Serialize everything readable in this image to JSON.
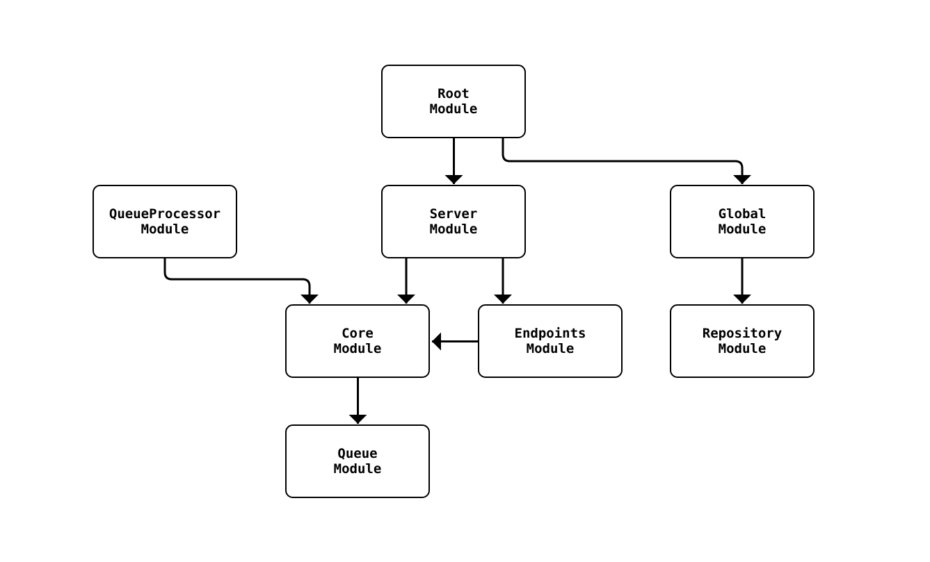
{
  "diagram": {
    "type": "module-dependency-diagram",
    "colors": {
      "background": "#ffffff",
      "node_fill": "#ffffff",
      "stroke": "#000000",
      "text": "#000000"
    },
    "nodes": [
      {
        "id": "root",
        "label": "Root\nModule"
      },
      {
        "id": "queueprocessor",
        "label": "QueueProcessor\nModule"
      },
      {
        "id": "server",
        "label": "Server\nModule"
      },
      {
        "id": "global",
        "label": "Global\nModule"
      },
      {
        "id": "core",
        "label": "Core\nModule"
      },
      {
        "id": "endpoints",
        "label": "Endpoints\nModule"
      },
      {
        "id": "repository",
        "label": "Repository\nModule"
      },
      {
        "id": "queue",
        "label": "Queue\nModule"
      }
    ],
    "edges": [
      {
        "from": "root",
        "to": "server",
        "style": "solid-arrow"
      },
      {
        "from": "root",
        "to": "global",
        "style": "solid-arrow"
      },
      {
        "from": "queueprocessor",
        "to": "core",
        "style": "solid-arrow"
      },
      {
        "from": "server",
        "to": "core",
        "style": "solid-arrow"
      },
      {
        "from": "server",
        "to": "endpoints",
        "style": "solid-arrow"
      },
      {
        "from": "endpoints",
        "to": "core",
        "style": "solid-arrow"
      },
      {
        "from": "global",
        "to": "repository",
        "style": "solid-arrow"
      },
      {
        "from": "core",
        "to": "queue",
        "style": "solid-arrow"
      }
    ]
  }
}
